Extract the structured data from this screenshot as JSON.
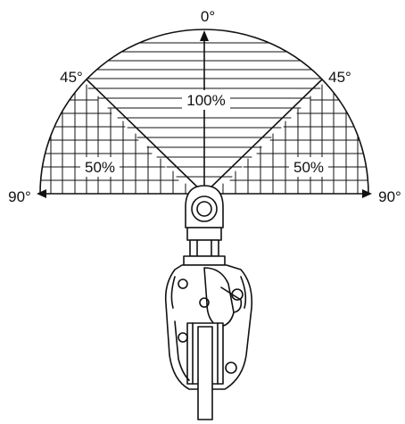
{
  "diagram": {
    "angle_labels": {
      "top": "0°",
      "upper_left": "45°",
      "upper_right": "45°",
      "left": "90°",
      "right": "90°"
    },
    "zone_labels": {
      "center": "100%",
      "left": "50%",
      "right": "50%"
    },
    "colors": {
      "line": "#111111",
      "background": "#ffffff"
    }
  }
}
